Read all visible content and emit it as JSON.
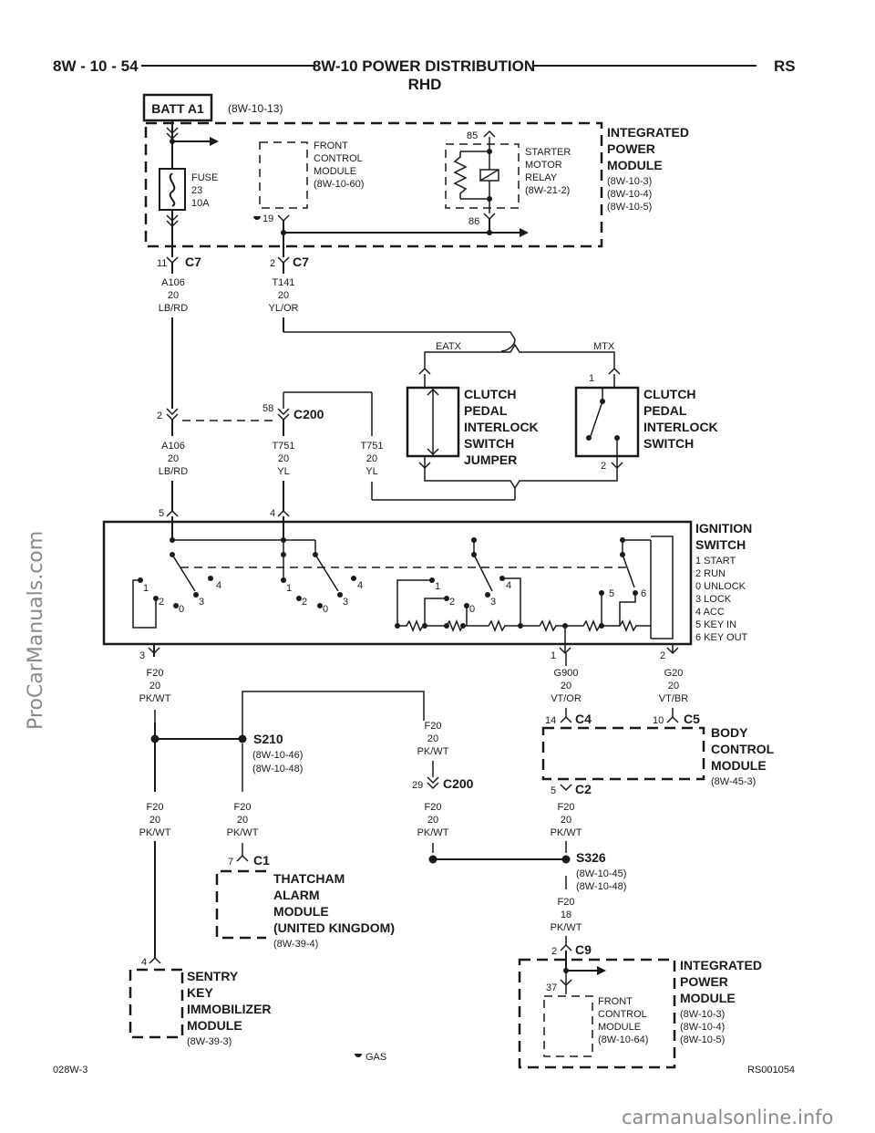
{
  "header": {
    "page_ref": "8W - 10 - 54",
    "title": "8W-10 POWER DISTRIBUTION",
    "subtitle": "RHD",
    "model": "RS"
  },
  "batt": {
    "label": "BATT A1",
    "ref": "(8W-10-13)"
  },
  "ipm_top": {
    "lines": [
      "INTEGRATED",
      "POWER",
      "MODULE"
    ],
    "refs": [
      "(8W-10-3)",
      "(8W-10-4)",
      "(8W-10-5)"
    ]
  },
  "fuse": {
    "lines": [
      "FUSE",
      "23",
      "10A"
    ]
  },
  "fcm_top": {
    "lines": [
      "FRONT",
      "CONTROL",
      "MODULE",
      "(8W-10-60)"
    ],
    "pin": "19"
  },
  "relay": {
    "lines": [
      "STARTER",
      "MOTOR",
      "RELAY",
      "(8W-21-2)"
    ],
    "pin_top": "85",
    "pin_bot": "86"
  },
  "c7": {
    "label": "C7",
    "pin_a": "11",
    "pin_b": "2"
  },
  "wire_a106": {
    "lines": [
      "A106",
      "20",
      "LB/RD"
    ]
  },
  "wire_t141": {
    "lines": [
      "T141",
      "20",
      "YL/OR"
    ]
  },
  "options": {
    "eatx": "EATX",
    "mtx": "MTX"
  },
  "jumper": {
    "lines": [
      "CLUTCH",
      "PEDAL",
      "INTERLOCK",
      "SWITCH",
      "JUMPER"
    ]
  },
  "clutch_switch": {
    "lines": [
      "CLUTCH",
      "PEDAL",
      "INTERLOCK",
      "SWITCH"
    ],
    "pin1": "1",
    "pin2": "2"
  },
  "c200": {
    "label": "C200",
    "pin_a": "2",
    "pin_b": "58"
  },
  "wire_a106b": {
    "lines": [
      "A106",
      "20",
      "LB/RD"
    ]
  },
  "wire_t751a": {
    "lines": [
      "T751",
      "20",
      "YL"
    ]
  },
  "wire_t751b": {
    "lines": [
      "T751",
      "20",
      "YL"
    ]
  },
  "ign_pins": {
    "p5": "5",
    "p4": "4",
    "p3": "3",
    "p1": "1",
    "p2": "2"
  },
  "ignition": {
    "lines": [
      "IGNITION",
      "SWITCH"
    ],
    "legend": [
      "1 START",
      "2 RUN",
      "0 UNLOCK",
      "3 LOCK",
      "4 ACC",
      "5 KEY IN",
      "6 KEY OUT"
    ]
  },
  "sw_pos": {
    "p1": "1",
    "p2": "2",
    "p0": "0",
    "p3": "3",
    "p4": "4",
    "p5": "5",
    "p6": "6"
  },
  "wire_f20a": {
    "lines": [
      "F20",
      "20",
      "PK/WT"
    ]
  },
  "wire_g900": {
    "lines": [
      "G900",
      "20",
      "VT/OR"
    ]
  },
  "wire_g20": {
    "lines": [
      "G20",
      "20",
      "VT/BR"
    ]
  },
  "s210": {
    "label": "S210",
    "refs": [
      "(8W-10-46)",
      "(8W-10-48)"
    ]
  },
  "wire_f20b": {
    "lines": [
      "F20",
      "20",
      "PK/WT"
    ]
  },
  "c200b": {
    "label": "C200",
    "pin": "29"
  },
  "c4": {
    "label": "C4",
    "pin": "14"
  },
  "c5": {
    "label": "C5",
    "pin": "10"
  },
  "c2": {
    "label": "C2",
    "pin": "5"
  },
  "bcm": {
    "lines": [
      "BODY",
      "CONTROL",
      "MODULE"
    ],
    "ref": "(8W-45-3)"
  },
  "wire_f20c": {
    "lines": [
      "F20",
      "20",
      "PK/WT"
    ]
  },
  "wire_f20d": {
    "lines": [
      "F20",
      "20",
      "PK/WT"
    ]
  },
  "wire_f20e": {
    "lines": [
      "F20",
      "20",
      "PK/WT"
    ]
  },
  "wire_f20f": {
    "lines": [
      "F20",
      "20",
      "PK/WT"
    ]
  },
  "c1": {
    "label": "C1",
    "pin": "7"
  },
  "thatcham": {
    "lines": [
      "THATCHAM",
      "ALARM",
      "MODULE",
      "(UNITED KINGDOM)"
    ],
    "ref": "(8W-39-4)"
  },
  "s326": {
    "label": "S326",
    "refs": [
      "(8W-10-45)",
      "(8W-10-48)"
    ]
  },
  "wire_f20g": {
    "lines": [
      "F20",
      "18",
      "PK/WT"
    ]
  },
  "c9": {
    "label": "C9",
    "pin": "2"
  },
  "skim": {
    "lines": [
      "SENTRY",
      "KEY",
      "IMMOBILIZER",
      "MODULE"
    ],
    "ref": "(8W-39-3)",
    "pin": "4"
  },
  "ipm_bot": {
    "lines": [
      "INTEGRATED",
      "POWER",
      "MODULE"
    ],
    "refs": [
      "(8W-10-3)",
      "(8W-10-4)",
      "(8W-10-5)"
    ],
    "pin": "37"
  },
  "fcm_bot": {
    "lines": [
      "FRONT",
      "CONTROL",
      "MODULE",
      "(8W-10-64)"
    ]
  },
  "footer": {
    "left": "028W-3",
    "center": "GAS",
    "right": "RS001054"
  },
  "watermarks": {
    "left": "ProCarManuals.com",
    "bottom": "carmanualsonline.info"
  },
  "colors": {
    "ink": "#1a1a1a",
    "paper": "#ffffff",
    "watermark": "#8a8a8a"
  }
}
